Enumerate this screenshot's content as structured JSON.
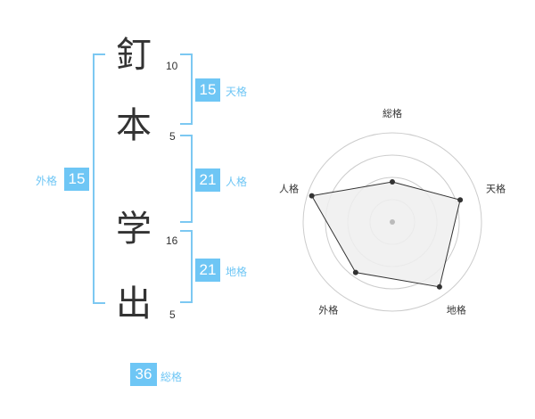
{
  "name": {
    "chars": [
      {
        "char": "釘",
        "strokes": "10"
      },
      {
        "char": "本",
        "strokes": "5"
      },
      {
        "char": "学",
        "strokes": "16"
      },
      {
        "char": "出",
        "strokes": "5"
      }
    ]
  },
  "fortunes": {
    "tenkaku": {
      "value": "15",
      "label": "天格"
    },
    "jinkaku": {
      "value": "21",
      "label": "人格"
    },
    "chikaku": {
      "value": "21",
      "label": "地格"
    },
    "gaikaku": {
      "value": "15",
      "label": "外格"
    },
    "soukaku": {
      "value": "36",
      "label": "総格"
    }
  },
  "chart_data": {
    "type": "radar",
    "axes": [
      "総格",
      "天格",
      "地格",
      "外格",
      "人格"
    ],
    "rings": 4,
    "values": [
      0.45,
      0.8,
      0.9,
      0.7,
      0.95
    ],
    "colors": {
      "accent": "#6ec6f5",
      "polygon_fill": "#eeeeee",
      "grid": "#cccccc",
      "marker": "#333333"
    }
  }
}
